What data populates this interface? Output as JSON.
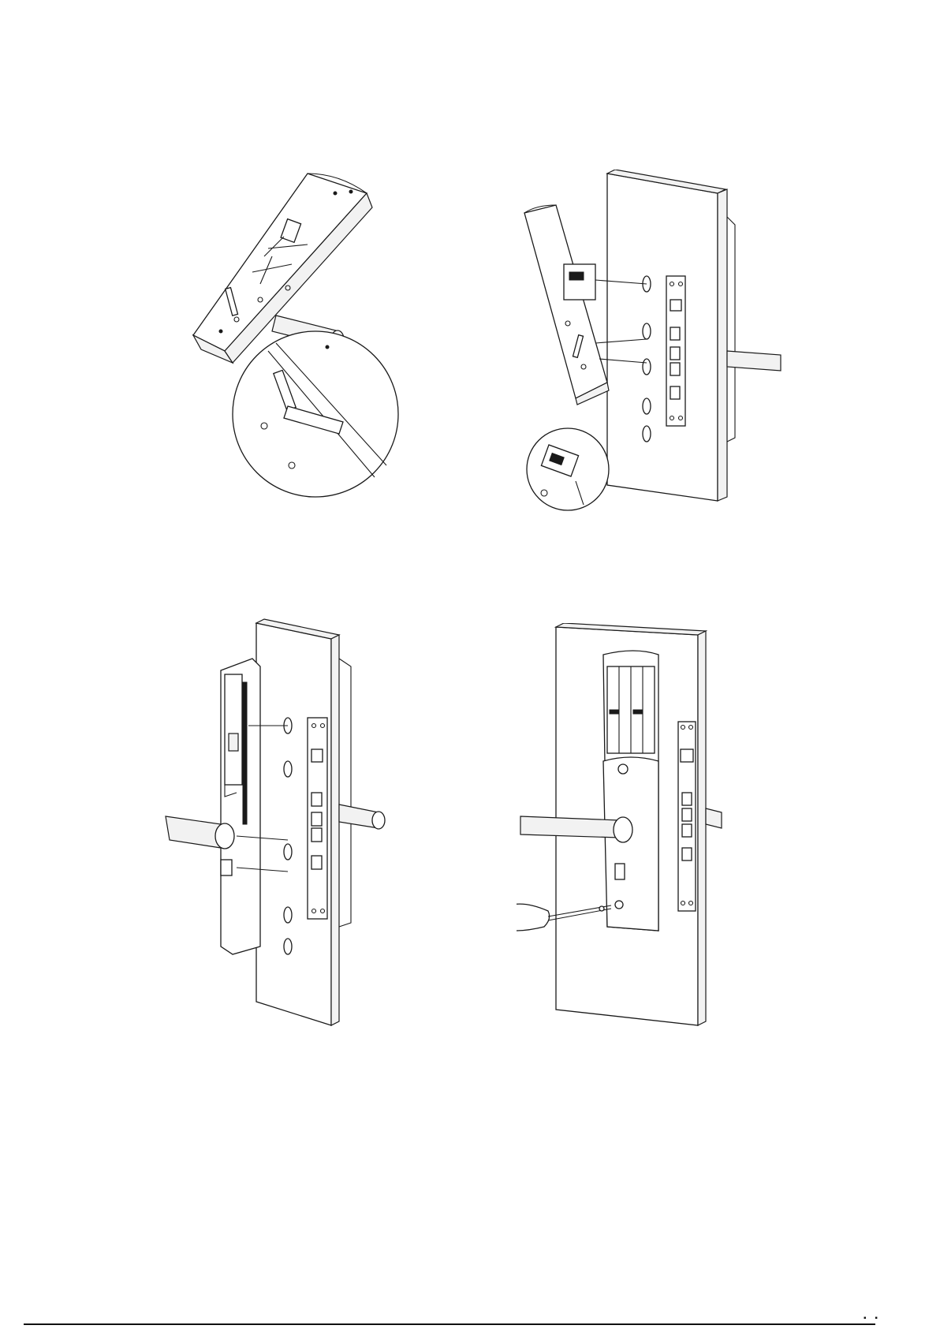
{
  "figures": [
    {
      "id": "step-1",
      "icon": "lock-rear-plate-with-hex-key-icon"
    },
    {
      "id": "step-2",
      "icon": "rear-plate-attach-to-door-icon"
    },
    {
      "id": "step-3",
      "icon": "lock-mounted-front-view-icon"
    },
    {
      "id": "step-4",
      "icon": "screwdriver-fix-screw-icon"
    }
  ],
  "footer": {
    "marks": "▪ ▪"
  }
}
